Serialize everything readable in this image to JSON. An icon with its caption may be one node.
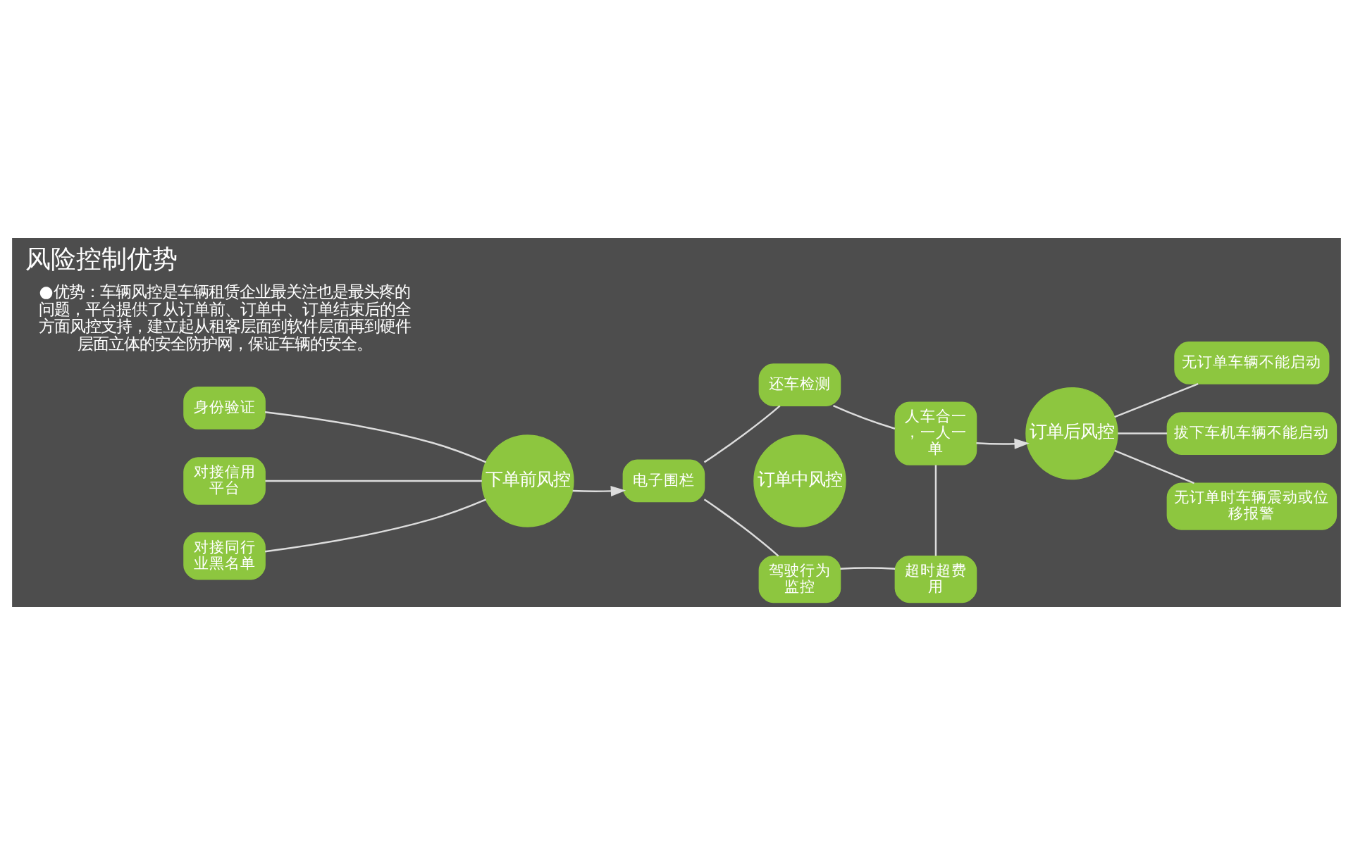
{
  "diagram": {
    "title": "风险控制优势",
    "nodes": [
      {
        "text": [
          "身份验证"
        ]
      },
      {
        "text": [
          "对接信用平台"
        ]
      },
      {
        "text": [
          "对接同行业黑名单"
        ]
      },
      {
        "text": [
          "下单前风控"
        ]
      },
      {
        "text": [
          "还车检测"
        ]
      },
      {
        "text": [
          "电子围栏"
        ]
      },
      {
        "text": [
          "订单中风控"
        ]
      },
      {
        "text": [
          "人车合一，一人一单"
        ]
      },
      {
        "text": [
          "驾驶行为监控"
        ]
      },
      {
        "text": [
          "超时超费用"
        ]
      },
      {
        "text": [
          "订单后风控"
        ]
      },
      {
        "text": [
          "无订单车辆不能启动"
        ]
      },
      {
        "text": [
          "拔下车机车辆不能启动"
        ]
      },
      {
        "text": [
          "无订单时车辆震动或位移报警"
        ]
      }
    ],
    "edges": [
      {
        "from": 0,
        "to": 3,
        "arrow": "none"
      },
      {
        "from": 1,
        "to": 3,
        "arrow": "none"
      },
      {
        "from": 2,
        "to": 3,
        "arrow": "none"
      },
      {
        "from": 3,
        "to": 5,
        "arrow": "to"
      },
      {
        "from": 5,
        "to": 4,
        "arrow": "none"
      },
      {
        "from": 4,
        "to": 7,
        "arrow": "none"
      },
      {
        "from": 7,
        "to": 9,
        "arrow": "none"
      },
      {
        "from": 9,
        "to": 8,
        "arrow": "none"
      },
      {
        "from": 8,
        "to": 5,
        "arrow": "none"
      },
      {
        "from": 7,
        "to": 10,
        "arrow": "to"
      },
      {
        "from": 10,
        "to": 11,
        "arrow": "none"
      },
      {
        "from": 10,
        "to": 12,
        "arrow": "none"
      },
      {
        "from": 10,
        "to": 13,
        "arrow": "none"
      }
    ],
    "labels": [
      "●优势：车辆风控是车辆租赁企业最关注也是最头疼的问题，平台提供了从订单前、订单中、订单结束后的全方面风控支持，建立起从租客层面到软件层面再到硬件层面立体的安全防护网，保证车辆的安全。"
    ]
  }
}
